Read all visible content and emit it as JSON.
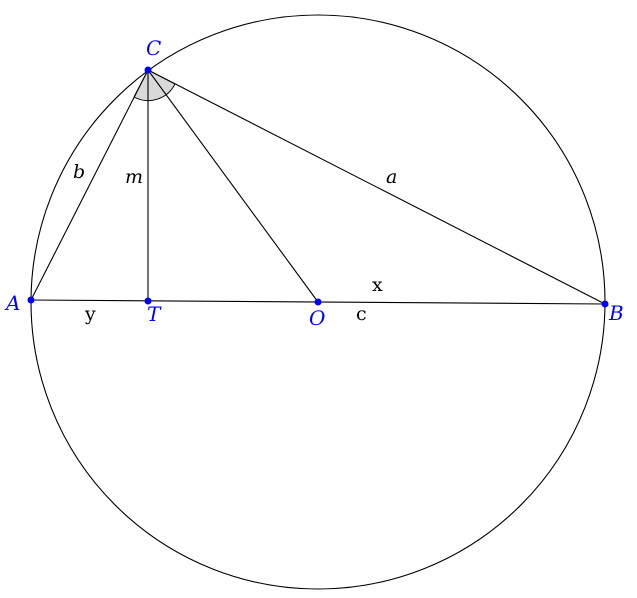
{
  "points": {
    "A": "A",
    "B": "B",
    "C": "C",
    "T": "T",
    "O": "O"
  },
  "segments": {
    "a": "a",
    "b": "b",
    "m": "m",
    "x": "x",
    "y": "y",
    "c": "c"
  },
  "colors": {
    "point": "#0000ff",
    "line": "#000000",
    "angle_fill": "#d9d9d9"
  }
}
